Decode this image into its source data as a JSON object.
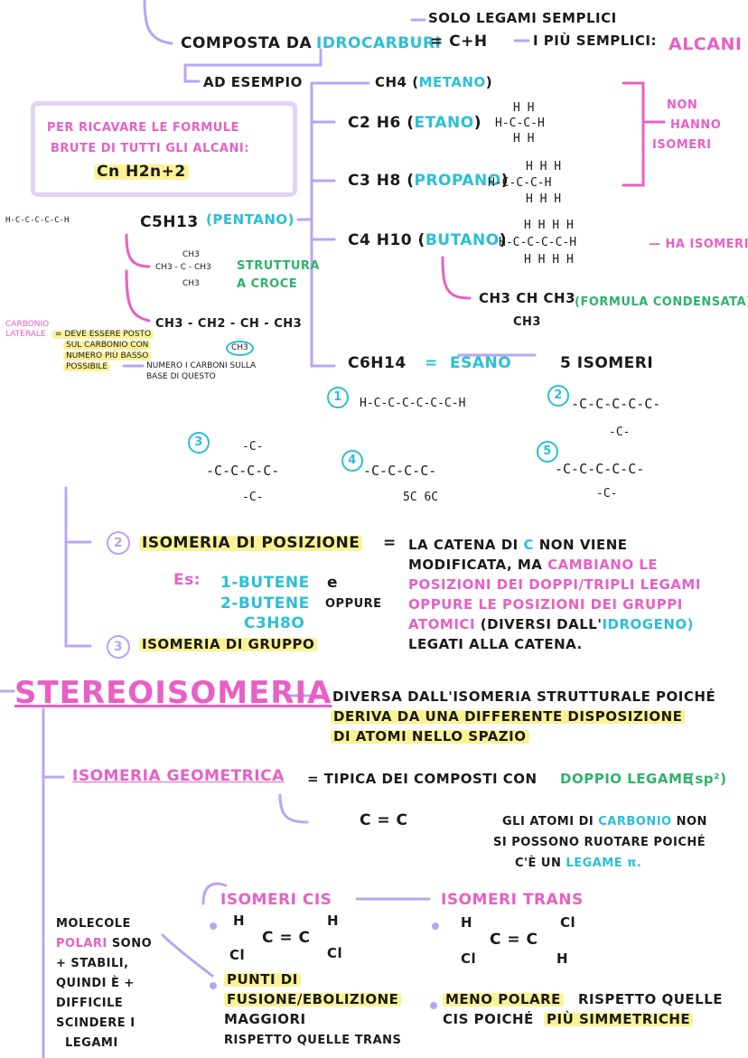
{
  "top": {
    "composta_da": "COMPOSTA DA",
    "idrocarburi": "IDROCARBURI",
    "formula_ch": "= C+H",
    "solo_legami": "SOLO LEGAMI SEMPLICI",
    "piu_semplici": "I PIÙ SEMPLICI:",
    "alcani": "ALCANI",
    "ad_esempio": "AD ESEMPIO"
  },
  "formula_box": {
    "line1": "PER RICAVARE LE FORMULE",
    "line2": "BRUTE DI TUTTI GLI ALCANI:",
    "formula": "Cn H2n+2"
  },
  "alkanes": [
    {
      "formula": "CH4",
      "name": "METANO"
    },
    {
      "formula": "C2 H6",
      "name": "ETANO"
    },
    {
      "formula": "C3 H8",
      "name": "PROPANO"
    },
    {
      "formula": "C4 H10",
      "name": "BUTANO"
    }
  ],
  "struct": {
    "etano": "H-C-C-H",
    "propano": "H-C-C-C-H",
    "butano": "H-C-C-C-C-H",
    "h_row2": "H H",
    "h_row3": "H H H",
    "h_row4": "H H H H"
  },
  "non_hanno": [
    "NON",
    "HANNO",
    "ISOMERI"
  ],
  "ha_isomeri": "— HA ISOMERI",
  "condensata": {
    "formula": "CH3 CH CH3",
    "branch": "CH3",
    "label": "(FORMULA CONDENSATA)"
  },
  "pentano": {
    "formula": "C5H13",
    "name": "PENTANO",
    "chain": "H-C-C-C-C-C-H",
    "cross_top": "CH3",
    "cross_mid": "CH3 - C - CH3",
    "cross_bot": "CH3",
    "struttura_croce": [
      "STRUTTURA",
      "A CROCE"
    ],
    "chain2": "CH3 - CH2 - CH - CH3",
    "ring": "CH3"
  },
  "carbonio": {
    "label": [
      "CARBONIO",
      "LATERALE"
    ],
    "text": [
      "= DEVE ESSERE POSTO",
      "SUL CARBONIO CON",
      "NUMERO PIÙ BASSO",
      "POSSIBILE"
    ],
    "note": [
      "NUMERO I CARBONI SULLA",
      "BASE DI QUESTO"
    ]
  },
  "esano": {
    "formula": "C6H14",
    "eq": "=",
    "name": "ESANO",
    "isomeri": "5 ISOMERI",
    "i1_num": "1",
    "i1": "H-C-C-C-C-C-C-H",
    "i2_num": "2",
    "i2": "-C-C-C-C-C-",
    "i2_branch": "-C-",
    "i3_num": "3",
    "i3": "-C-C-C-C-",
    "i3_top": "-C-",
    "i3_bot": "-C-",
    "i4_num": "4",
    "i4": "-C-C-C-C-",
    "i4_bot": "5C  6C",
    "i5_num": "5",
    "i5": "-C-C-C-C-C-",
    "i5_bot": "-C-"
  },
  "posizione": {
    "num": "2",
    "title": "ISOMERIA DI POSIZIONE",
    "eq": "=",
    "def": [
      "LA CATENA DI",
      "C",
      "NON VIENE",
      "MODIFICATA, MA",
      "CAMBIANO LE",
      "POSIZIONI DEI DOPPI/TRIPLI LEGAMI",
      "OPPURE LE POSIZIONI DEI GRUPPI",
      "ATOMICI",
      "(DIVERSI DALL'",
      "IDROGENO)",
      "LEGATI ALLA CATENA."
    ],
    "es": "Es:",
    "ex": [
      "1-BUTENE",
      "e",
      "2-BUTENE",
      "OPPURE",
      "C3H8O"
    ]
  },
  "gruppo": {
    "num": "3",
    "title": "ISOMERIA DI GRUPPO"
  },
  "stereo": {
    "title": "STEREOISOMERIA",
    "def": [
      "DIVERSA DALL'ISOMERIA STRUTTURALE POICHÉ",
      "DERIVA DA UNA DIFFERENTE DISPOSIZIONE",
      "DI ATOMI NELLO SPAZIO"
    ]
  },
  "geometrica": {
    "title": "ISOMERIA GEOMETRICA",
    "def": "= TIPICA DEI COMPOSTI CON",
    "doppio": "DOPPIO LEGAME",
    "sp2": "(sp²)",
    "cc": "C = C",
    "note": [
      "GLI ATOMI DI",
      "CARBONIO",
      "NON",
      "SI POSSONO RUOTARE POICHÉ",
      "C'È UN",
      "LEGAME π."
    ]
  },
  "cis": {
    "title": "ISOMERI CIS",
    "h": "H",
    "cl": "Cl",
    "cc": "C = C",
    "points": [
      "PUNTI DI",
      "FUSIONE/EBOLIZIONE",
      "MAGGIORI",
      "RISPETTO QUELLE TRANS"
    ]
  },
  "trans": {
    "title": "ISOMERI TRANS",
    "h": "H",
    "cl": "Cl",
    "cc": "C = C",
    "points": [
      "MENO POLARE",
      "RISPETTO QUELLE",
      "CIS POICHÉ",
      "PIÙ SIMMETRICHE"
    ]
  },
  "molecole": [
    "MOLECOLE",
    "POLARI",
    "SONO",
    "+ STABILI,",
    "QUINDI È +",
    "DIFFICILE",
    "SCINDERE I",
    "LEGAMI"
  ],
  "colors": {
    "pink": "#e85fc5",
    "cyan": "#2bbfd6",
    "green": "#2db36a",
    "violet": "#b9a4f3",
    "yellow": "#fbf296",
    "lilac": "#e3d3f6"
  }
}
